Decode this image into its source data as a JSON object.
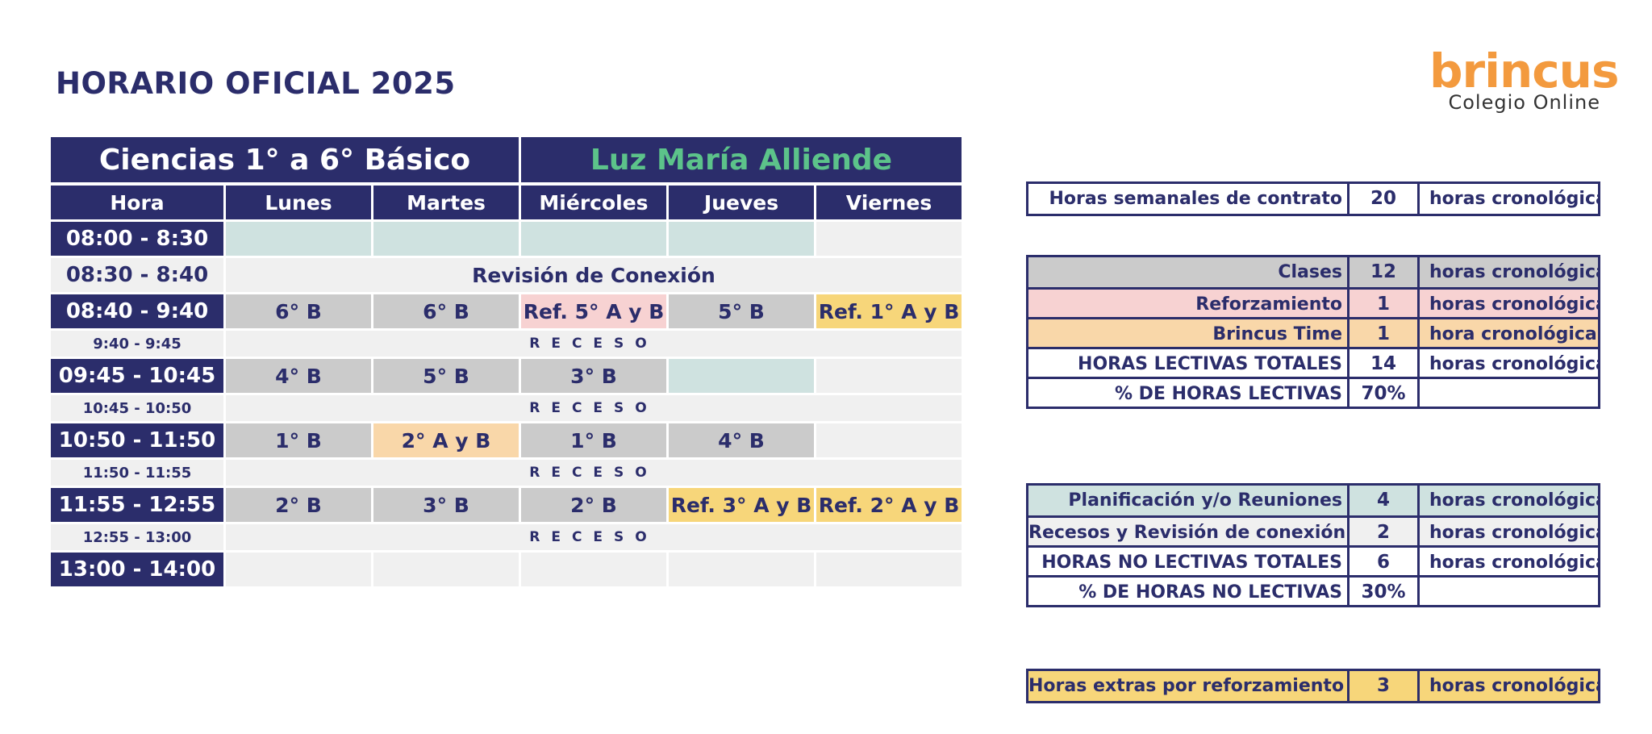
{
  "page_title": "HORARIO OFICIAL 2025",
  "logo": {
    "brand": "brincus",
    "subtitle": "Colegio Online"
  },
  "header": {
    "course": "Ciencias 1° a 6° Básico",
    "teacher": "Luz María Alliende"
  },
  "columns": [
    "Hora",
    "Lunes",
    "Martes",
    "Miércoles",
    "Jueves",
    "Viernes"
  ],
  "schedule": [
    {
      "time": "08:00 - 8:30",
      "kind": "block",
      "cells": [
        {
          "text": "",
          "type": "plan"
        },
        {
          "text": "",
          "type": "plan"
        },
        {
          "text": "",
          "type": "plan"
        },
        {
          "text": "",
          "type": "plan"
        },
        {
          "text": "",
          "type": "empty"
        }
      ]
    },
    {
      "time": "08:30 - 8:40",
      "kind": "review",
      "band": "Revisión de Conexión"
    },
    {
      "time": "08:40 - 9:40",
      "kind": "block",
      "cells": [
        {
          "text": "6° B",
          "type": "class"
        },
        {
          "text": "6° B",
          "type": "class"
        },
        {
          "text": "Ref. 5° A y B",
          "type": "ref"
        },
        {
          "text": "5° B",
          "type": "class"
        },
        {
          "text": "Ref. 1° A y B",
          "type": "yellow"
        }
      ]
    },
    {
      "time": "9:40 - 9:45",
      "kind": "recess",
      "band": "RECESO"
    },
    {
      "time": "09:45 - 10:45",
      "kind": "block",
      "cells": [
        {
          "text": "4° B",
          "type": "class"
        },
        {
          "text": "5° B",
          "type": "class"
        },
        {
          "text": "3° B",
          "type": "class"
        },
        {
          "text": "",
          "type": "plan"
        },
        {
          "text": "",
          "type": "empty"
        }
      ]
    },
    {
      "time": "10:45 - 10:50",
      "kind": "recess",
      "band": "RECESO"
    },
    {
      "time": "10:50 - 11:50",
      "kind": "block",
      "cells": [
        {
          "text": "1° B",
          "type": "class"
        },
        {
          "text": "2° A y B",
          "type": "bt"
        },
        {
          "text": "1° B",
          "type": "class"
        },
        {
          "text": "4° B",
          "type": "class"
        },
        {
          "text": "",
          "type": "empty"
        }
      ]
    },
    {
      "time": "11:50 - 11:55",
      "kind": "recess",
      "band": "RECESO"
    },
    {
      "time": "11:55 - 12:55",
      "kind": "block",
      "cells": [
        {
          "text": "2° B",
          "type": "class"
        },
        {
          "text": "3° B",
          "type": "class"
        },
        {
          "text": "2° B",
          "type": "class"
        },
        {
          "text": "Ref. 3° A y B",
          "type": "yellow"
        },
        {
          "text": "Ref. 2° A y B",
          "type": "yellow"
        }
      ]
    },
    {
      "time": "12:55 - 13:00",
      "kind": "recess",
      "band": "RECESO"
    },
    {
      "time": "13:00 - 14:00",
      "kind": "block",
      "cells": [
        {
          "text": "",
          "type": "empty"
        },
        {
          "text": "",
          "type": "empty"
        },
        {
          "text": "",
          "type": "empty"
        },
        {
          "text": "",
          "type": "empty"
        },
        {
          "text": "",
          "type": "empty"
        }
      ]
    }
  ],
  "summary": {
    "contract": [
      {
        "label": "Horas semanales de contrato",
        "value": "20",
        "unit": "horas cronológicas",
        "bg": "white"
      }
    ],
    "lectivas": [
      {
        "label": "Clases",
        "value": "12",
        "unit": "horas cronológicas",
        "bg": "grey"
      },
      {
        "label": "Reforzamiento",
        "value": "1",
        "unit": "horas cronológicas",
        "bg": "pink"
      },
      {
        "label": "Brincus Time",
        "value": "1",
        "unit": "hora cronológica",
        "bg": "peach"
      },
      {
        "label": "HORAS LECTIVAS TOTALES",
        "value": "14",
        "unit": "horas cronológicas",
        "bg": "white"
      },
      {
        "label": "% DE HORAS LECTIVAS",
        "value": "70%",
        "unit": "",
        "bg": "white"
      }
    ],
    "no_lectivas": [
      {
        "label": "Planificación y/o Reuniones",
        "value": "4",
        "unit": "horas cronológicas",
        "bg": "teal"
      },
      {
        "label": "Recesos y Revisión de conexión",
        "value": "2",
        "unit": "horas cronológicas",
        "bg": "light"
      },
      {
        "label": "HORAS NO LECTIVAS TOTALES",
        "value": "6",
        "unit": "horas cronológicas",
        "bg": "white"
      },
      {
        "label": "% DE HORAS NO LECTIVAS",
        "value": "30%",
        "unit": "",
        "bg": "white"
      }
    ],
    "extras": [
      {
        "label": "Horas extras por reforzamiento",
        "value": "3",
        "unit": "horas cronológicas",
        "bg": "yel"
      }
    ]
  },
  "colors": {
    "navy": "#2b2d6b",
    "green_name": "#5cc38a",
    "orange_logo": "#f39a3e",
    "plan": "#cfe2e0",
    "class": "#cbcbcb",
    "ref": "#f7d2d2",
    "brincus_time": "#f9d7a9",
    "yellow": "#f7d67a",
    "empty": "#f0f0f0"
  }
}
